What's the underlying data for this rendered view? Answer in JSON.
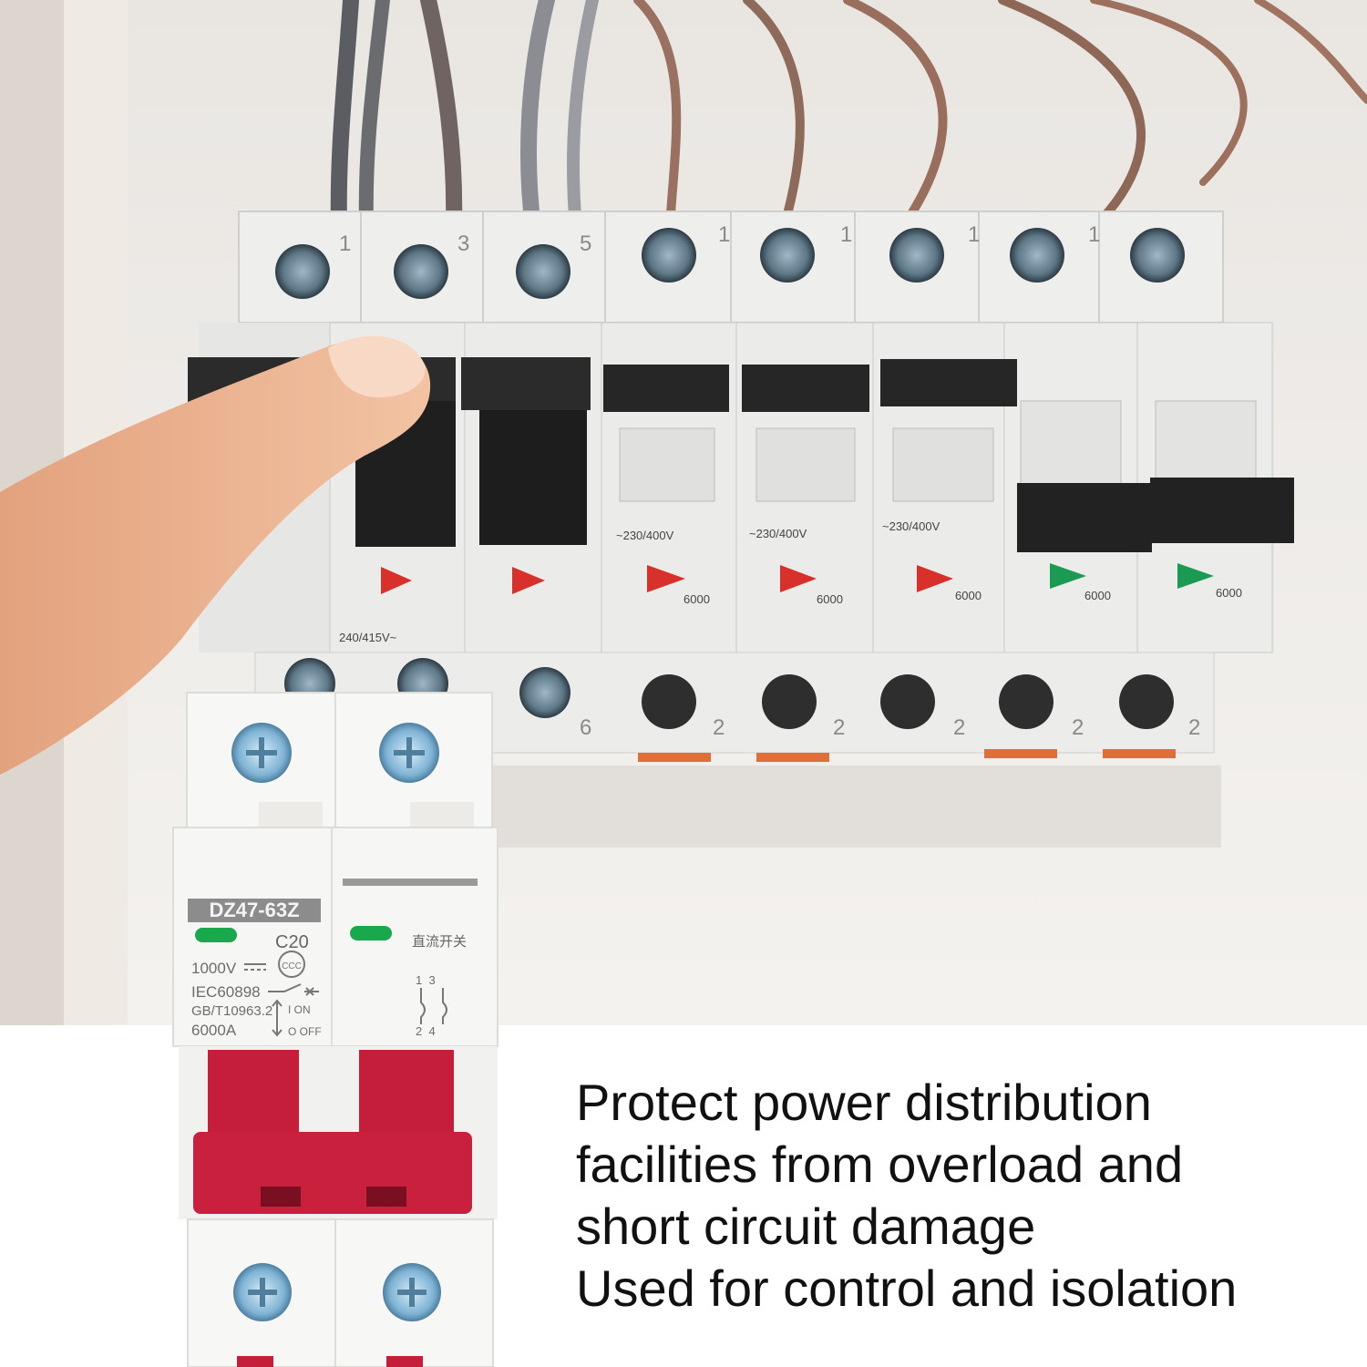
{
  "photo": {
    "breaker_row": {
      "top_terminal_numbers": [
        "1",
        "3",
        "5",
        "1",
        "1",
        "1",
        "1"
      ],
      "bottom_terminal_numbers": [
        "6",
        "2",
        "2",
        "2",
        "2",
        "2"
      ],
      "voltage_labels": [
        "~230/400V",
        "~230/400V",
        "~230/400V"
      ],
      "rating_labels": [
        "240/415V~",
        "6000",
        "6000",
        "6000",
        "6000",
        "6000"
      ],
      "status_colors": {
        "tripped_red": "#d8302a",
        "on_green": "#1a9a52"
      }
    },
    "product": {
      "model": "DZ47-63Z",
      "rating": "C20",
      "voltage": "1000V",
      "standard": "IEC60898",
      "gb_standard": "GB/T10963.2",
      "breaking_capacity": "6000A",
      "dc_switch_cn": "直流开关",
      "on_label": "I ON",
      "off_label": "O OFF",
      "pole_numbers_top": "1  3",
      "pole_numbers_bottom": "2  4",
      "handle_color": "#c41e3a",
      "indicator_color": "#1aa84c",
      "icons": [
        "screw-terminal-icon",
        "ccc-mark-icon",
        "switch-symbol-icon",
        "indicator-window-icon"
      ]
    }
  },
  "caption": {
    "line1": "Protect power distribution",
    "line2": "facilities from overload and",
    "line3": "short circuit damage",
    "line4": "Used for control and isolation"
  }
}
